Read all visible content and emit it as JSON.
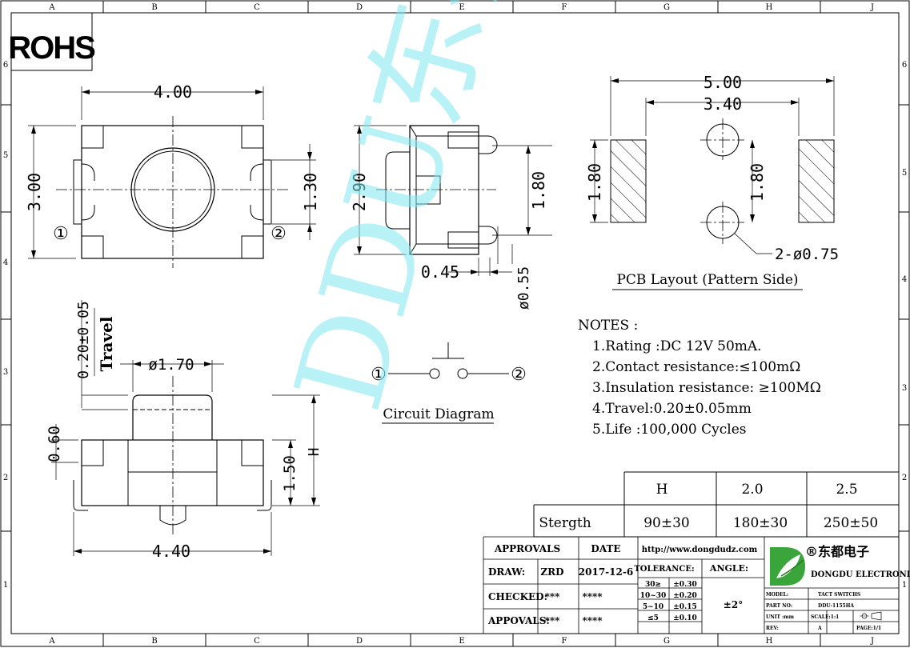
{
  "frame": {
    "columns": [
      "A",
      "B",
      "C",
      "D",
      "E",
      "F",
      "G",
      "H",
      "J"
    ],
    "rows": [
      "6",
      "5",
      "4",
      "3",
      "2",
      "1"
    ]
  },
  "rohs": "ROHS",
  "top_view": {
    "width_dim": "4.00",
    "height_dim": "3.00",
    "right_dim": "1.30",
    "terminal_1": "①",
    "terminal_2": "②"
  },
  "side_view": {
    "height_dim": "2.90",
    "pin_dim": "1.80",
    "offset_dim": "0.45",
    "dia_dim": "ø0.55"
  },
  "pcb_layout": {
    "outer_dim": "5.00",
    "inner_dim": "3.40",
    "left_dim": "1.80",
    "right_dim": "1.80",
    "hole_dim": "2-ø0.75",
    "caption": "PCB Layout (Pattern Side)"
  },
  "front_view": {
    "travel_dim": "0.20±0.05",
    "travel_label": "Travel",
    "cap_dim": "ø1.70",
    "left_dim": "0.60",
    "body_dim": "1.50",
    "h_label": "H",
    "width_dim": "4.40"
  },
  "circuit": {
    "terminal_1": "①",
    "terminal_2": "②",
    "caption": "Circuit Diagram"
  },
  "notes": {
    "title": "NOTES :",
    "items": [
      "1.Rating :DC 12V 50mA.",
      "2.Contact resistance:≤100mΩ",
      "3.Insulation resistance: ≥100MΩ",
      "4.Travel:0.20±0.05mm",
      "5.Life :100,000 Cycles"
    ]
  },
  "force_table": {
    "headers": [
      "H",
      "2.0",
      "2.5"
    ],
    "row_label": "Stergth",
    "values": [
      "90±30",
      "180±30",
      "250±50"
    ]
  },
  "title_block": {
    "approvals": "APPROVALS",
    "date": "DATE",
    "url": "http://www.dongdudz.com",
    "draw_label": "DRAW:",
    "draw_value": "ZRD",
    "draw_date": "2017-12-6",
    "tolerance": "TOLERANCE:",
    "angle": "ANGLE:",
    "checked_label": "CHECKED:",
    "checked_value": "***",
    "checked_date": "****",
    "appovals_label": "APPOVALS:",
    "appovals_value": "***",
    "appovals_date": "****",
    "tol_rows": [
      [
        "30≥",
        "±0.30"
      ],
      [
        "10~30",
        "±0.20"
      ],
      [
        "5~10",
        "±0.15"
      ],
      [
        "≤5",
        "±0.10"
      ]
    ],
    "angle_value": "±2°",
    "company_cn": "®东都电子",
    "company_en": "DONGDU ELECTRONICS",
    "model_label": "MODEL:",
    "model_value": "TACT SWITCHS",
    "part_label": "PART NO:",
    "part_value": "DDU-1155HA",
    "unit_label": "UNIT :mm",
    "scale": "SCALE:1:1",
    "rev_label": "REV:",
    "rev_value": "A",
    "page": "PAGE:1/1"
  },
  "watermark": "DDU东都",
  "colors": {
    "watermark": "#7fe9ef",
    "logo_green": "#3aa53a"
  }
}
